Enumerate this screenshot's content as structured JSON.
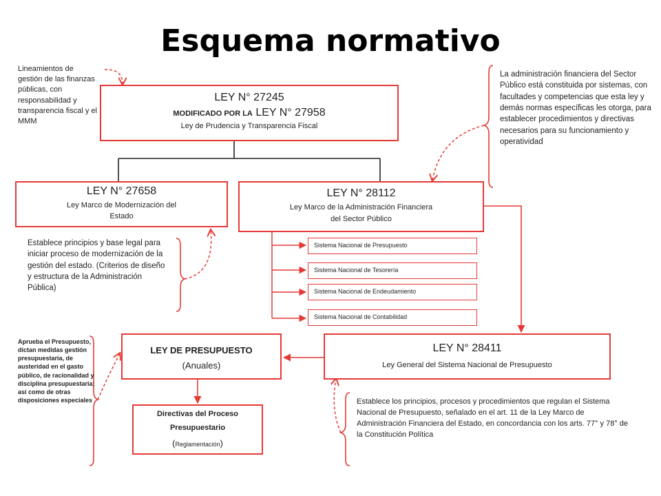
{
  "title": "Esquema normativo",
  "colors": {
    "accent": "#e53935",
    "connector": "#222222"
  },
  "boxes": {
    "ley27245": {
      "line1": "LEY N° 27245",
      "line2_prefix": "MODIFICADO POR LA",
      "line2_law": "LEY N° 27958",
      "line3": "Ley de Prudencia  y Transparencia  Fiscal"
    },
    "ley27658": {
      "line1": "LEY N° 27658",
      "line2": "Ley Marco de Modernización  del",
      "line3": "Estado"
    },
    "ley28112": {
      "line1": "LEY N° 28112",
      "line2": "Ley Marco de la Administración Financiera",
      "line3": "del Sector Público"
    },
    "sistemas": [
      "Sistema Nacional de Presupuesto",
      "Sistema Nacional de Tesorería",
      "Sistema Nacional de Endeudamiento",
      "Sistema Nacional de Contabilidad"
    ],
    "leyPresupuesto": {
      "line1": "LEY DE PRESUPUESTO",
      "line2": "(Anuales)"
    },
    "ley28411": {
      "line1": "LEY N°  28411",
      "line2": "Ley General del Sistema Nacional  de Presupuesto"
    },
    "directivas": {
      "line1": "Directivas del Proceso",
      "line2": "Presupuestario",
      "line3_open": "(",
      "line3_text": "Reglamentación",
      "line3_close": ")"
    }
  },
  "notes": {
    "lineamientos": [
      "Lineamientos de",
      "gestión de las finanzas",
      "públicas, con",
      "responsabilidad y",
      "transparencia fiscal y el",
      "MMM"
    ],
    "administracion": [
      "La administración financiera del Sector",
      "Público está constituida por sistemas, con",
      "facultades y competencias que esta ley y",
      "demás normas específicas les otorga, para",
      "establecer procedimientos y directivas",
      "necesarios para su funcionamiento y",
      "operatividad"
    ],
    "principios": [
      "Establece principios y base legal para",
      "iniciar proceso de modernización de la",
      "gestión del estado. (Criterios de diseño",
      "y estructura de la Administración",
      "Pública)"
    ],
    "aprueba": [
      "Aprueba el Presupuesto,",
      "dictan medidas gestión",
      "presupuestaria, de",
      "austeridad en el gasto",
      "público, de racionalidad y",
      "disciplina presupuestaria;",
      "así como de otras",
      "disposiciones especiales"
    ],
    "procesos": [
      "Establece los principios, procesos y procedimientos que regulan el Sistema",
      "Nacional de Presupuesto, señalado en  el art. 11 de la Ley Marco de",
      "Administración Financiera del Estado, en concordancia con los arts. 77° y 78° de",
      "la Constitución Política"
    ]
  }
}
